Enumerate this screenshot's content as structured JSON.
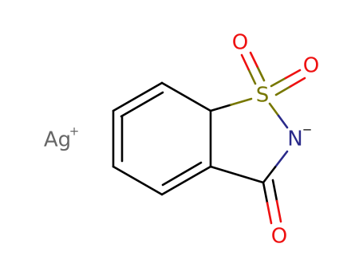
{
  "molecule": {
    "atoms": {
      "ag": {
        "symbol": "Ag",
        "charge": "+",
        "color": "#666666"
      },
      "s": {
        "symbol": "S",
        "color": "#777700"
      },
      "n": {
        "symbol": "N",
        "charge": "−",
        "color": "#2a2a8a"
      },
      "o1": {
        "symbol": "O",
        "color": "#ee1111"
      },
      "o2": {
        "symbol": "O",
        "color": "#ee1111"
      },
      "o3": {
        "symbol": "O",
        "color": "#ee1111"
      }
    },
    "colors": {
      "carbon_bond": "#000000",
      "sulfur": "#777700",
      "nitrogen": "#2a2a8a",
      "oxygen": "#ee1111",
      "silver": "#666666",
      "background": "#ffffff"
    }
  }
}
